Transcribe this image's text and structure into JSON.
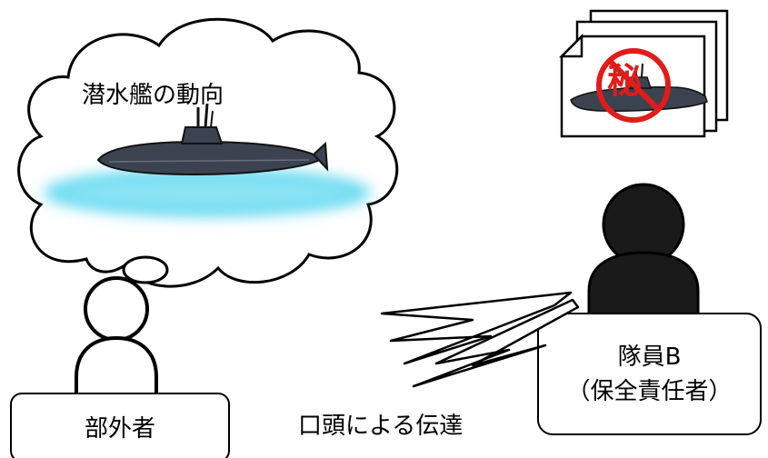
{
  "diagram": {
    "thought_title": "潜水艦の動向",
    "outsider_label": "部外者",
    "member_label_line1": "隊員B",
    "member_label_line2": "（保全責任者）",
    "transmission_label": "口頭による伝達",
    "secret_stamp": "秘"
  },
  "colors": {
    "outline": "#000000",
    "person_dark": "#1a1a1a",
    "submarine": "#3b4350",
    "water": "#5fd8f0",
    "stamp_red": "#e21b1b"
  },
  "icons": [
    "thought-cloud-icon",
    "submarine-icon",
    "person-outline-icon",
    "person-silhouette-icon",
    "speech-zigzag-icon",
    "secret-document-icon"
  ]
}
